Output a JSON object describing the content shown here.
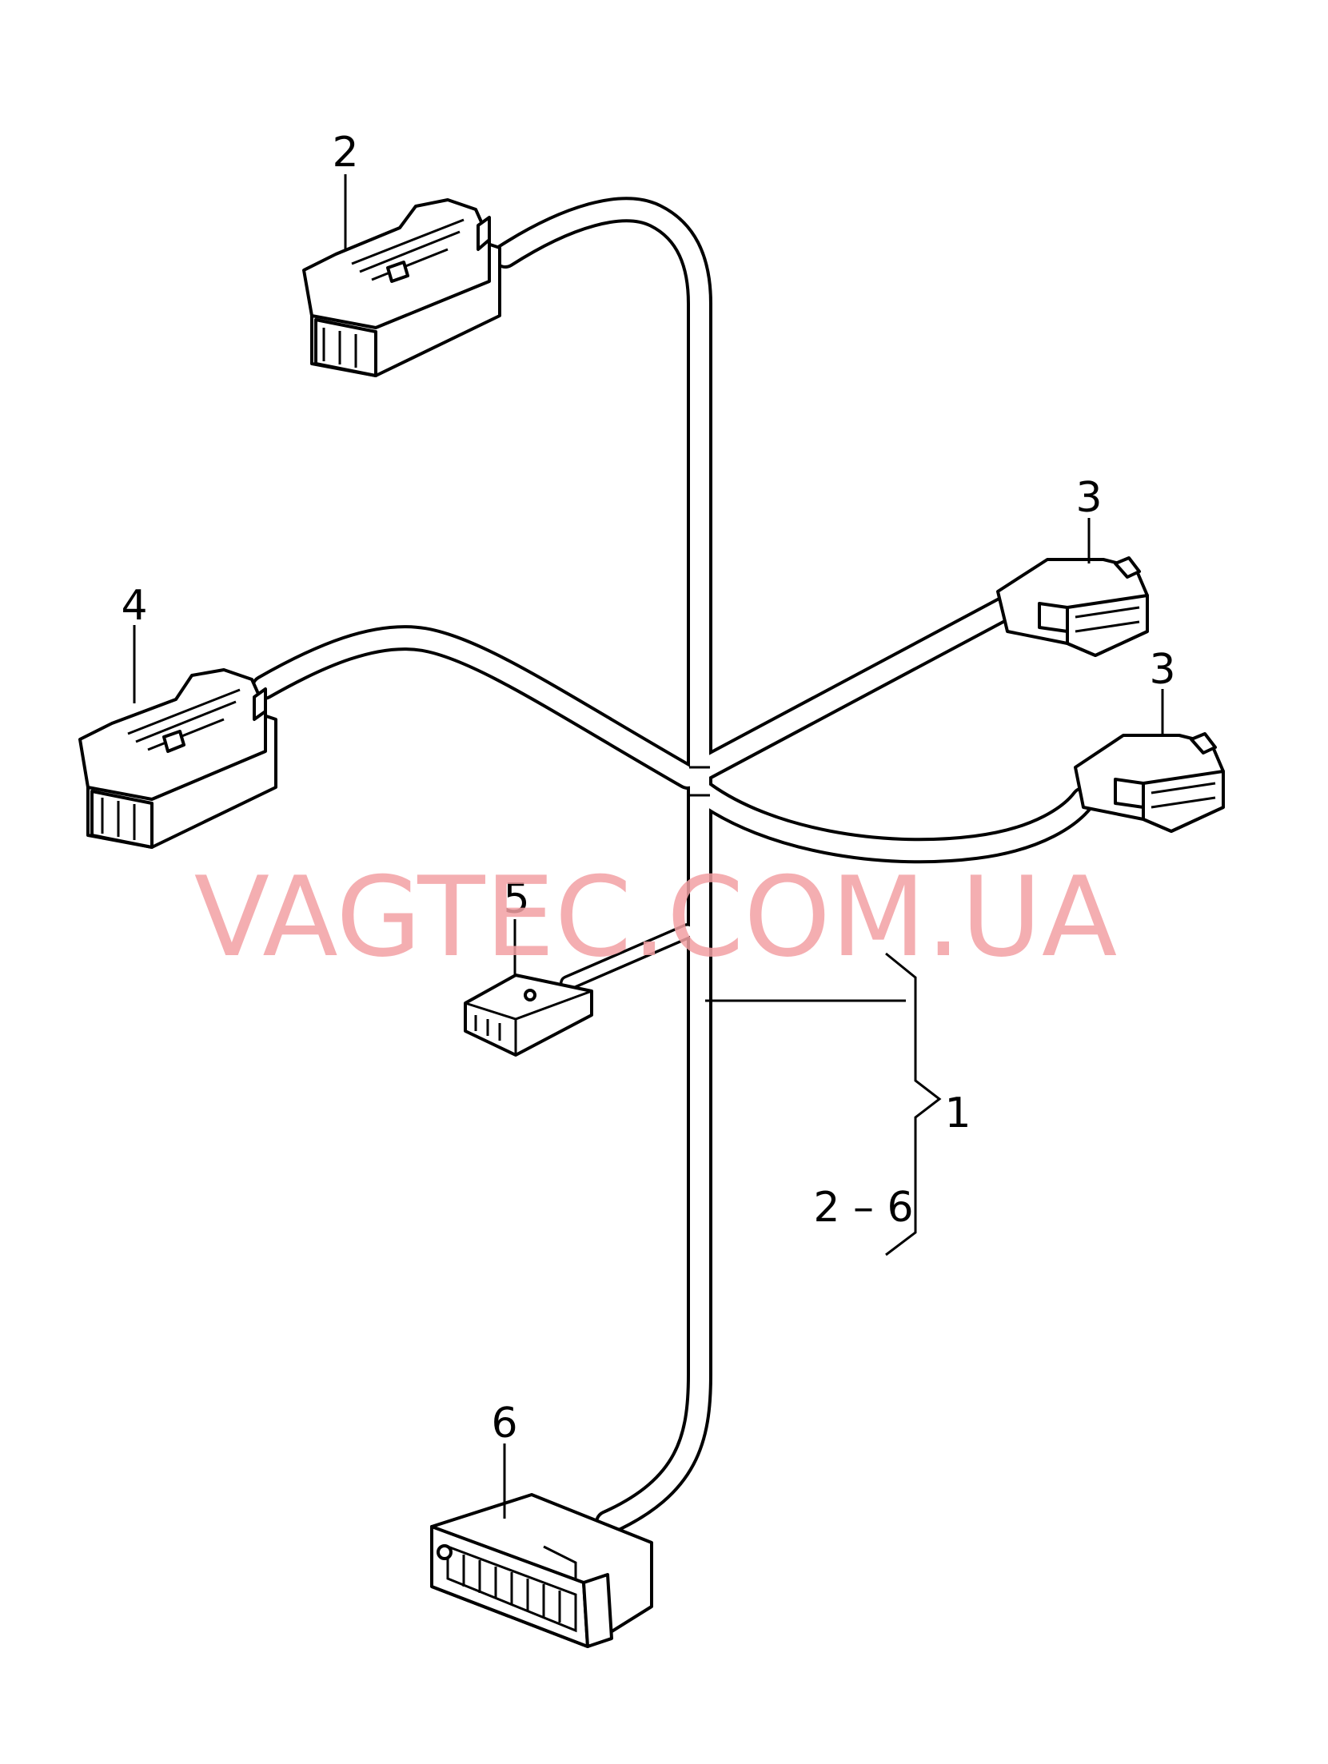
{
  "watermark": "VAGTEC.COM.UA",
  "callouts": {
    "c1": "1",
    "c2": "2",
    "c3a": "3",
    "c3b": "3",
    "c4": "4",
    "c5": "5",
    "c6": "6",
    "range": "2 – 6"
  }
}
